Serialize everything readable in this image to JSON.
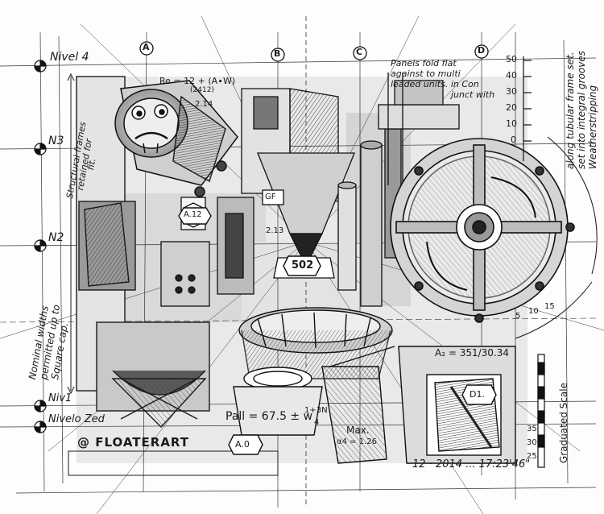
{
  "levels": {
    "nivel4": "Nivel 4",
    "n3": "N3",
    "n2": "N2",
    "niv1": "Niv1",
    "nivelo_zed": "Nivelo Zed"
  },
  "grid_markers": [
    "A",
    "B",
    "C",
    "D"
  ],
  "notes": {
    "panels_1": "Panels fold flat",
    "panels_2": "against to multi",
    "panels_3": "leaded units. in Con",
    "panels_4": "junct with",
    "weather_1": "Weatherstripping",
    "weather_2": "set into integral grooves",
    "weather_3": "along tubular frame set.",
    "nominal_1": "Nominal widths",
    "nominal_2": "permitted up to",
    "nominal_3": "Square cap.",
    "left_top_1": "Structural frames",
    "left_top_2": "retained for",
    "left_top_3": "fit."
  },
  "formulas": {
    "re": "Re = 12 + (A∙W)",
    "re_sub": "(2412)",
    "all": "Pall = 67.5 ± w",
    "frac": "1+3N",
    "frac_den": "4",
    "max": "Max.",
    "max_val": "α4 = 1.26",
    "area": "A₂ = 351/30.34"
  },
  "tags": {
    "a14": "2.14",
    "a12": "A.12",
    "gf": "GF",
    "a13": "2.13",
    "a0": "A.0",
    "d1": "D1.",
    "n502": "502"
  },
  "scale": {
    "ticks": [
      "50",
      "40",
      "30",
      "20",
      "10",
      "0"
    ],
    "label": "Graduated Scale",
    "ticks_bottom": [
      "35",
      "30",
      "25"
    ],
    "arc_ticks": [
      "5",
      "10",
      "15"
    ]
  },
  "signature": "@ FLOATERART",
  "datestamp": "12 · 2014 ... 17:23'46\""
}
